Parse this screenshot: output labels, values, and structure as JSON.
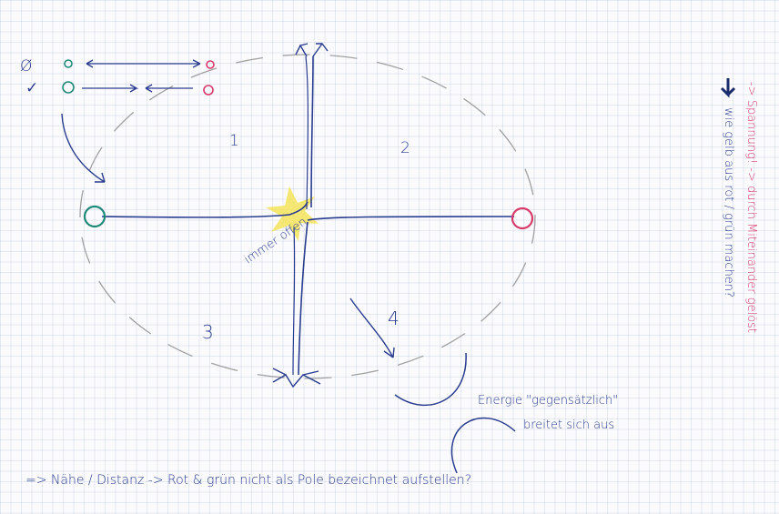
{
  "quadrants": [
    "1",
    "2",
    "3",
    "4"
  ],
  "center_label": "immer offen",
  "energy_label_1": "Energie \"gegensätzlich\"",
  "energy_label_2": "breitet sich aus",
  "bottom_note": "=> Nähe / Distanz -> Rot & grün nicht als Pole bezeichnet aufstellen?",
  "side_note_1": "-> Spannung! -> durch Miteinander gelöst",
  "side_note_2": "wie gelb aus rot / grün machen?",
  "legend": {
    "row1_mark": "Ø",
    "row2_mark": "✓"
  },
  "colors": {
    "ink_blue": "#2a3c8f",
    "green_teal": "#1f8a7a",
    "red_pink": "#d83a6a",
    "yellow": "#f3e35a",
    "pencil_gray": "#9a9a9a",
    "navy": "#1b2a6b"
  }
}
